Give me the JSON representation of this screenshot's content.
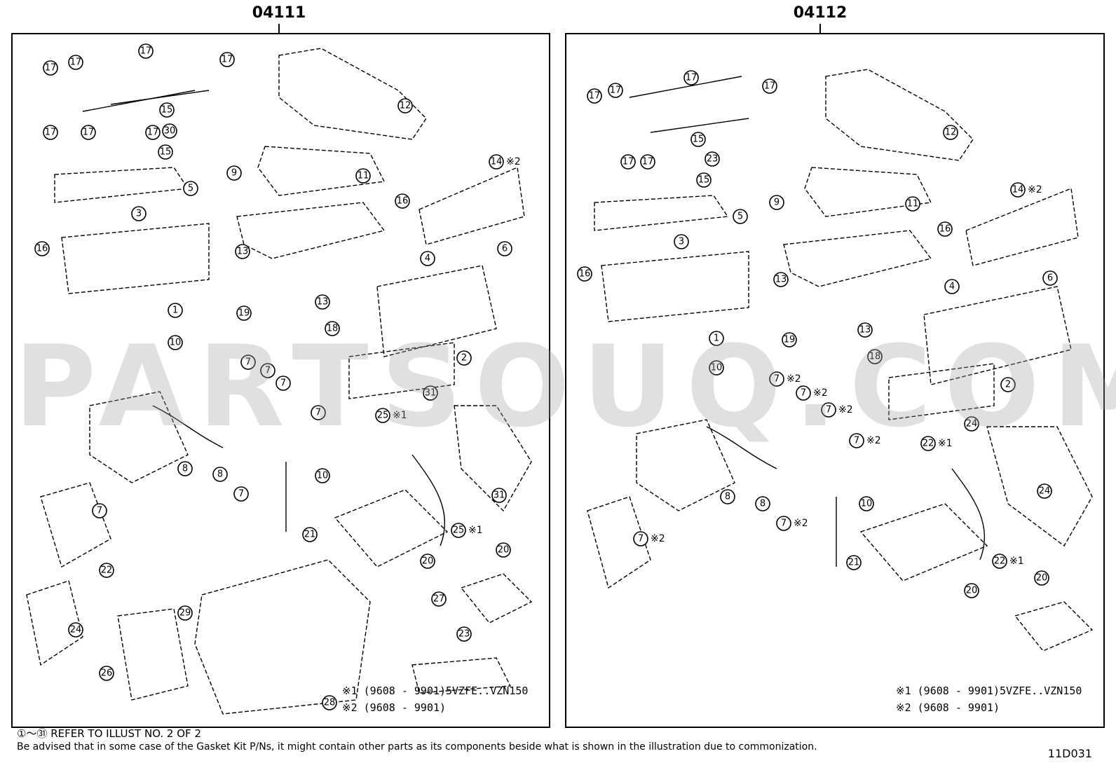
{
  "kits": [
    {
      "part_number": "04111",
      "callouts": [
        "17",
        "17",
        "17",
        "17",
        "17",
        "17",
        "17",
        "15",
        "30",
        "15",
        "9",
        "12",
        "11",
        "5",
        "3",
        "16",
        "1",
        "10",
        "14",
        "16",
        "6",
        "4",
        "13",
        "13",
        "19",
        "18",
        "2",
        "7",
        "7",
        "7",
        "7",
        "8",
        "8",
        "7",
        "7",
        "31",
        "25",
        "10",
        "31",
        "21",
        "25",
        "20",
        "20",
        "22",
        "27",
        "29",
        "24",
        "26",
        "23",
        "28"
      ],
      "callout_marks": {
        "14": "※2",
        "25": "※1"
      },
      "notes": [
        "※1 (9608 - 9901)5VZFE..VZN150",
        "※2 (9608 - 9901)"
      ]
    },
    {
      "part_number": "04112",
      "callouts": [
        "17",
        "17",
        "17",
        "17",
        "17",
        "17",
        "15",
        "23",
        "15",
        "9",
        "12",
        "11",
        "5",
        "3",
        "16",
        "1",
        "10",
        "14",
        "16",
        "6",
        "4",
        "13",
        "13",
        "19",
        "18",
        "2",
        "7",
        "7",
        "7",
        "7",
        "8",
        "8",
        "7",
        "7",
        "22",
        "24",
        "10",
        "21",
        "22",
        "24",
        "20",
        "20"
      ],
      "callout_marks": {
        "14": "※2",
        "22": "※1",
        "7": "※2"
      },
      "notes": [
        "※1 (9608 - 9901)5VZFE..VZN150",
        "※2 (9608 - 9901)"
      ]
    }
  ],
  "watermark": "PARTSOUQ.COM",
  "footer": {
    "refer": "①～㉛ REFER TO ILLUST NO. 2 OF 2",
    "disclaimer": "Be advised that in some case of the Gasket Kit P/Ns,  it might contain other parts as its components beside what is shown in the illustration due to commonization.",
    "illustration_code": "11D031"
  }
}
